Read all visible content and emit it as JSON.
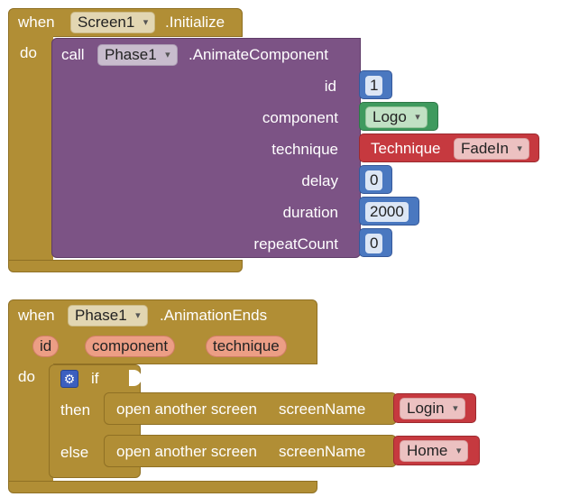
{
  "block1": {
    "when_label": "when",
    "component": "Screen1",
    "event": ".Initialize",
    "do_label": "do",
    "call": {
      "call_label": "call",
      "component": "Phase1",
      "method": ".AnimateComponent",
      "args": {
        "id": {
          "label": "id",
          "value": "1"
        },
        "component": {
          "label": "component",
          "value": "Logo"
        },
        "technique": {
          "label": "technique",
          "prefix": "Technique",
          "value": "FadeIn"
        },
        "delay": {
          "label": "delay",
          "value": "0"
        },
        "duration": {
          "label": "duration",
          "value": "2000"
        },
        "repeat_count": {
          "label": "repeatCount",
          "value": "0"
        }
      }
    }
  },
  "block2": {
    "when_label": "when",
    "component": "Phase1",
    "event": ".AnimationEnds",
    "params": [
      "id",
      "component",
      "technique"
    ],
    "do_label": "do",
    "if_block": {
      "if_label": "if",
      "then_label": "then",
      "else_label": "else",
      "then_statement": {
        "label": "open another screen",
        "arg_label": "screenName",
        "value": "Login"
      },
      "else_statement": {
        "label": "open another screen",
        "arg_label": "screenName",
        "value": "Home"
      }
    }
  },
  "colors": {
    "event_block": "#b18e35",
    "procedure_block": "#7c5385",
    "number_block": "#4a78c0",
    "component_block": "#3f9a5e",
    "helper_block": "#c6393f",
    "param_chip": "#ec9e85",
    "mutator": "#3c5fbf"
  },
  "icons": {
    "mutator": "gear-icon",
    "dropdown": "chevron-down-icon"
  }
}
